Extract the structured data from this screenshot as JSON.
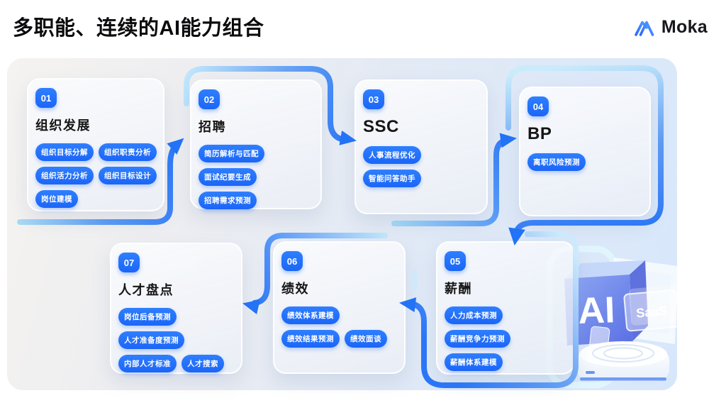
{
  "page": {
    "title": "多职能、连续的AI能力组合"
  },
  "brand": {
    "name": "Moka"
  },
  "colors": {
    "accent_blue": "#1b66f7",
    "connector_light": "#c3e8fb",
    "connector_blue": "#2b76f6",
    "canvas_left": "#f5f3f0",
    "canvas_right": "#d7e7fb"
  },
  "illustration": {
    "cube_label": "AI",
    "chip_label": "SaaS"
  },
  "cards": [
    {
      "number": "01",
      "title": "组织发展",
      "pills": [
        "组织目标分解",
        "组织职责分析",
        "组织活力分析",
        "组织目标设计",
        "岗位建模"
      ]
    },
    {
      "number": "02",
      "title": "招聘",
      "pills": [
        "简历解析与匹配",
        "面试纪要生成",
        "招聘需求预测"
      ]
    },
    {
      "number": "03",
      "title": "SSC",
      "pills": [
        "人事流程优化",
        "智能问答助手"
      ]
    },
    {
      "number": "04",
      "title": "BP",
      "pills": [
        "离职风险预测"
      ]
    },
    {
      "number": "05",
      "title": "薪酬",
      "pills": [
        "人力成本预测",
        "薪酬竞争力预测",
        "薪酬体系建模"
      ]
    },
    {
      "number": "06",
      "title": "绩效",
      "pills": [
        "绩效体系建模",
        "绩效结果预测",
        "绩效面谈"
      ]
    },
    {
      "number": "07",
      "title": "人才盘点",
      "pills": [
        "岗位后备预测",
        "人才准备度预测",
        "内部人才标准",
        "人才搜索"
      ]
    }
  ]
}
